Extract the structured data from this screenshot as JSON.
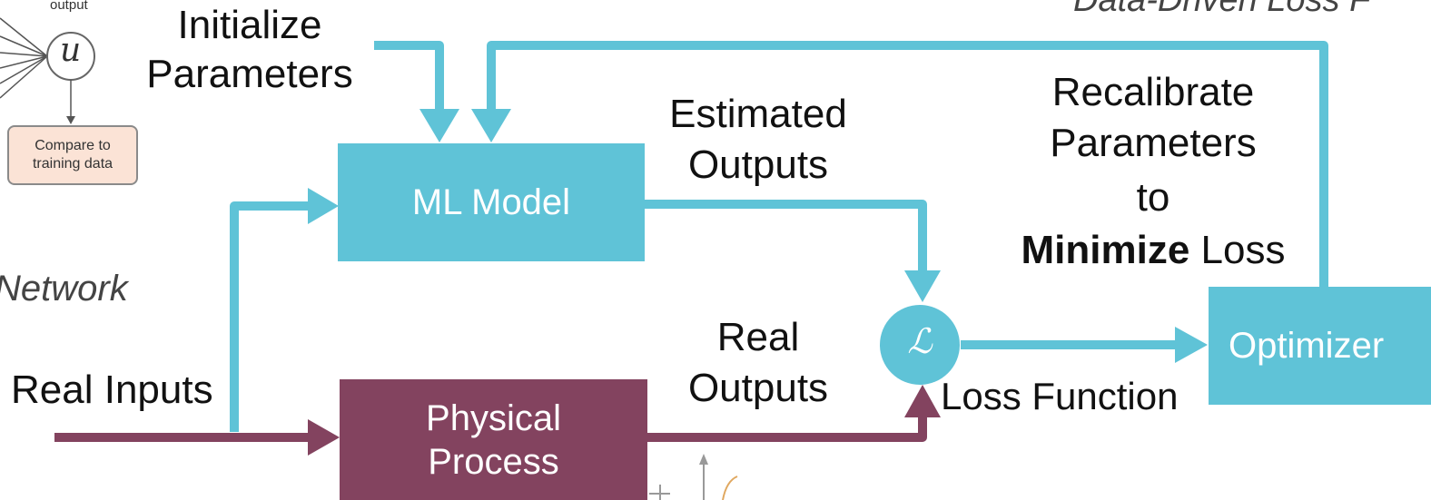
{
  "inset": {
    "output_label": "output",
    "node_symbol": "u",
    "compare_line1": "Compare to",
    "compare_line2": "training data",
    "network_label": "Network"
  },
  "title_partial": "Data-Driven Loss F",
  "labels": {
    "initialize_line1": "Initialize",
    "initialize_line2": "Parameters",
    "estimated_line1": "Estimated",
    "estimated_line2": "Outputs",
    "recal_line1": "Recalibrate",
    "recal_line2": "Parameters",
    "recal_line3": "to",
    "recal_line4_bold": "Minimize",
    "recal_line4_rest": " Loss",
    "real_outputs_line1": "Real",
    "real_outputs_line2": "Outputs",
    "real_inputs": "Real Inputs",
    "loss_function": "Loss Function"
  },
  "nodes": {
    "ml_model": "ML Model",
    "physical_line1": "Physical",
    "physical_line2": "Process",
    "optimizer": "Optimizer",
    "loss_symbol": "ℒ"
  },
  "colors": {
    "blue": "#5fc3d7",
    "maroon": "#83435f",
    "peach": "#fbe3d6"
  }
}
